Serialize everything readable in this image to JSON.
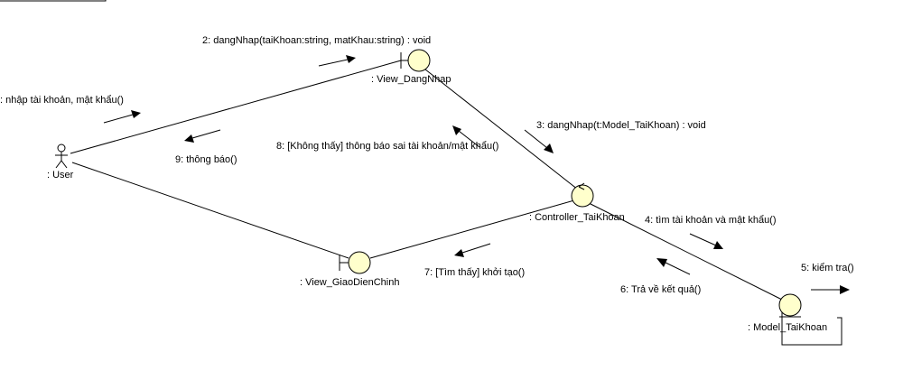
{
  "theme": {
    "object_fill": "#ffffcc",
    "line_color": "#000000",
    "background": "#ffffff"
  },
  "objects": {
    "user": {
      "label": ": User",
      "kind": "actor"
    },
    "view_dangnhap": {
      "label": ": View_DangNhap",
      "kind": "boundary"
    },
    "controller": {
      "label": ": Controller_TaiKhoan",
      "kind": "control"
    },
    "view_giaodien": {
      "label": ": View_GiaoDienChinh",
      "kind": "boundary"
    },
    "model": {
      "label": ": Model_TaiKhoan",
      "kind": "entity"
    }
  },
  "messages": {
    "m1": ": nhập tài khoản, mật khẩu()",
    "m2": "2: dangNhap(taiKhoan:string, matKhau:string) : void",
    "m3": "3: dangNhap(t:Model_TaiKhoan) : void",
    "m4": "4: tìm tài khoản và mật khẩu()",
    "m5": "5: kiểm tra()",
    "m6": "6: Trả về kết quả()",
    "m7": "7: [Tìm thấy] khởi tạo()",
    "m8": "8: [Không thấy] thông báo sai tài khoản/mật khẩu()",
    "m9": "9: thông báo()"
  }
}
